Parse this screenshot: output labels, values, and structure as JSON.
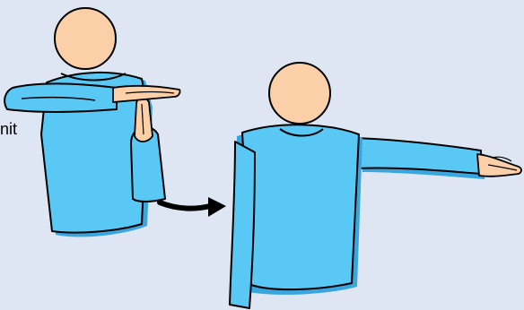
{
  "colors": {
    "background": "#dde6f2",
    "shirt": "#5ac8f5",
    "shirt_shadow": "#3aa6e0",
    "skin": "#fbd0a8",
    "outline": "#000000",
    "arrow": "#000000"
  },
  "figures": {
    "left": {
      "signal": "time-out-hands",
      "hand_pose": "T-shape"
    },
    "right": {
      "signal": "arm-extended-sideways"
    }
  },
  "transition": {
    "arrow_icon": "curved-arrow-right"
  },
  "cut_text": "nit"
}
